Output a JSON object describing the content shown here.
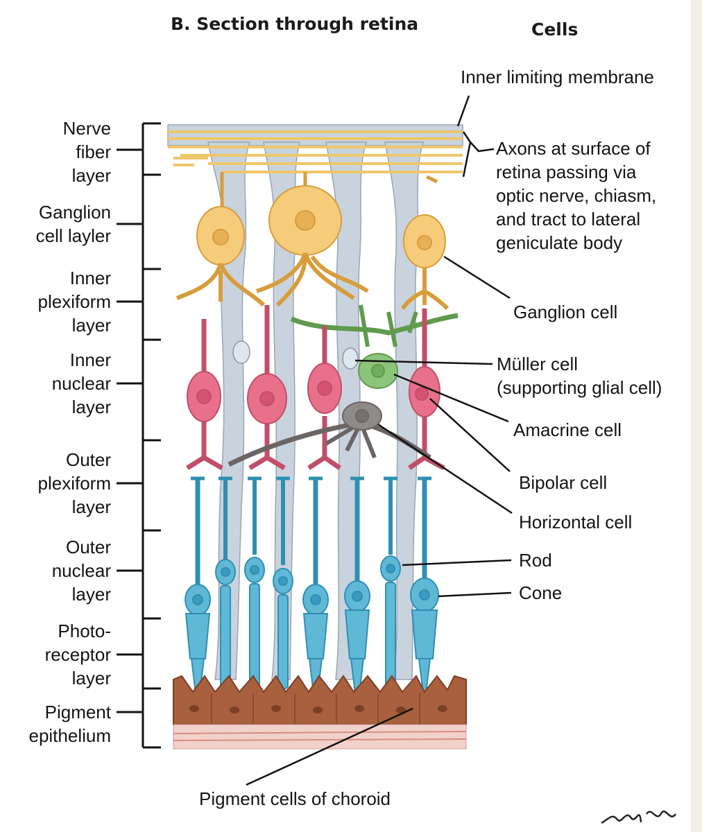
{
  "titles": {
    "section": "B. Section through retina",
    "cells": "Cells"
  },
  "layers": [
    {
      "line1": "Nerve",
      "line2": "fiber",
      "line3": "layer"
    },
    {
      "line1": "Ganglion",
      "line2": "cell layler",
      "line3": ""
    },
    {
      "line1": "Inner",
      "line2": "plexiform",
      "line3": "layer"
    },
    {
      "line1": "Inner",
      "line2": "nuclear",
      "line3": "layer"
    },
    {
      "line1": "Outer",
      "line2": "plexiform",
      "line3": "layer"
    },
    {
      "line1": "Outer",
      "line2": "nuclear",
      "line3": "layer"
    },
    {
      "line1": "Photo-",
      "line2": "receptor",
      "line3": "layer"
    },
    {
      "line1": "Pigment",
      "line2": "epithelium",
      "line3": ""
    }
  ],
  "cells": {
    "inner_limiting": "Inner limiting membrane",
    "axons": [
      "Axons at surface of",
      "retina passing via",
      "optic nerve, chiasm,",
      "and tract to lateral",
      "geniculate body"
    ],
    "ganglion": "Ganglion cell",
    "muller": [
      "Müller cell",
      "(supporting glial cell)"
    ],
    "amacrine": "Amacrine cell",
    "bipolar": "Bipolar cell",
    "horizontal": "Horizontal cell",
    "rod": "Rod",
    "cone": "Cone",
    "pigment_choroid": "Pigment cells of choroid"
  },
  "colors": {
    "ganglion": "#f6cc7a",
    "bipolar": "#e8708a",
    "amacrine": "#8cc47a",
    "horizontal": "#8f8987",
    "photoreceptor": "#5fb8d6",
    "muller": "#c9d3de",
    "pigment": "#a8603e",
    "choroid": "#e9b3a9"
  }
}
